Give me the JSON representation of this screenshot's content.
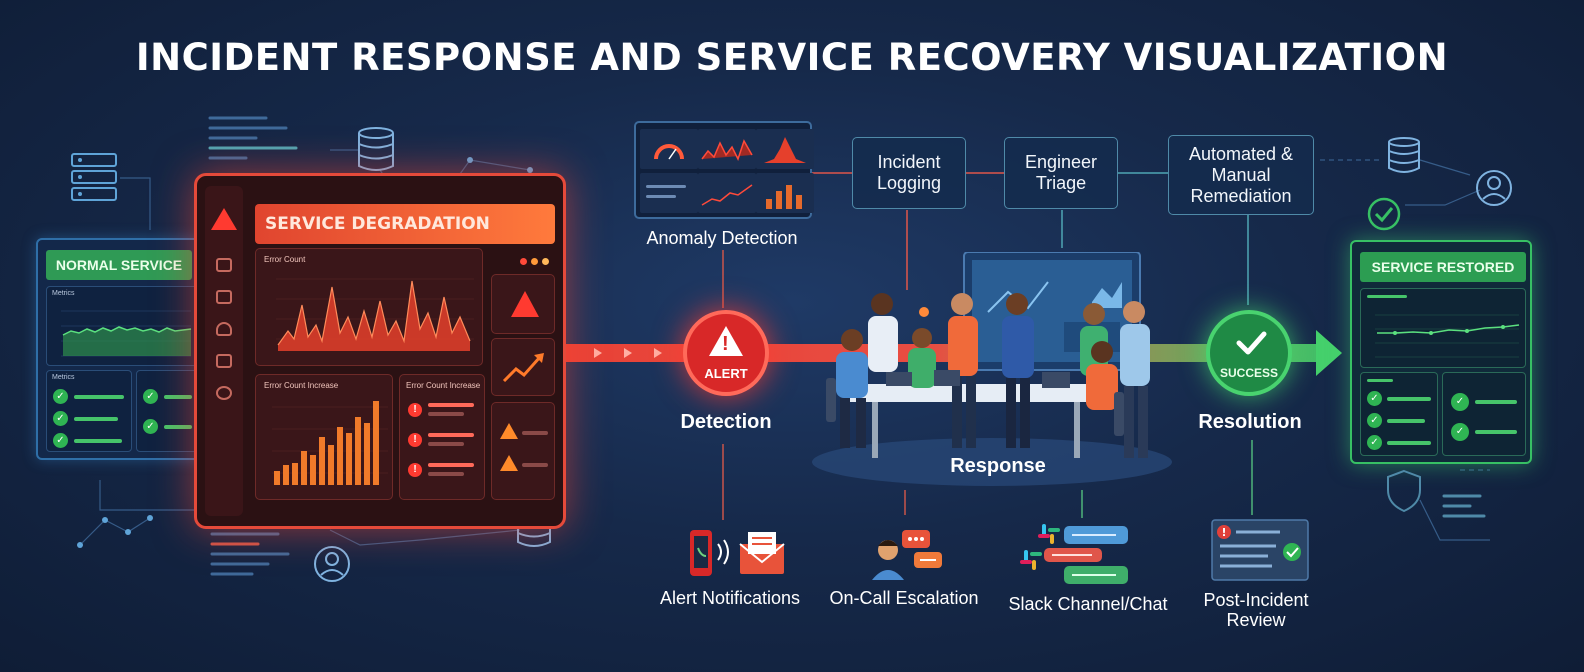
{
  "title": "INCIDENT RESPONSE AND SERVICE RECOVERY VISUALIZATION",
  "normal_service": {
    "banner": "NORMAL SERVICE",
    "metrics_label_1": "Metrics",
    "metrics_label_2": "Metrics"
  },
  "degradation": {
    "banner": "SERVICE DEGRADATION",
    "chart_1_title": "Error Count",
    "chart_2_title": "Error Count Increase",
    "panel_3_title": "Error Count Increase"
  },
  "stages": {
    "anomaly": "Anomaly Detection",
    "incident_logging": "Incident Logging",
    "engineer_triage": "Engineer Triage",
    "remediation": "Automated & Manual Remediation",
    "detection": "Detection",
    "response": "Response",
    "resolution": "Resolution",
    "alert_badge": "ALERT",
    "success_badge": "SUCCESS"
  },
  "restored": {
    "banner": "SERVICE RESTORED"
  },
  "bottom_steps": {
    "alert_notifications": "Alert Notifications",
    "on_call": "On-Call Escalation",
    "slack": "Slack Channel/Chat",
    "post_incident": "Post-Incident Review"
  },
  "colors": {
    "degraded": "#e54a3a",
    "restored": "#37c064",
    "accent": "#4f8aa8"
  }
}
